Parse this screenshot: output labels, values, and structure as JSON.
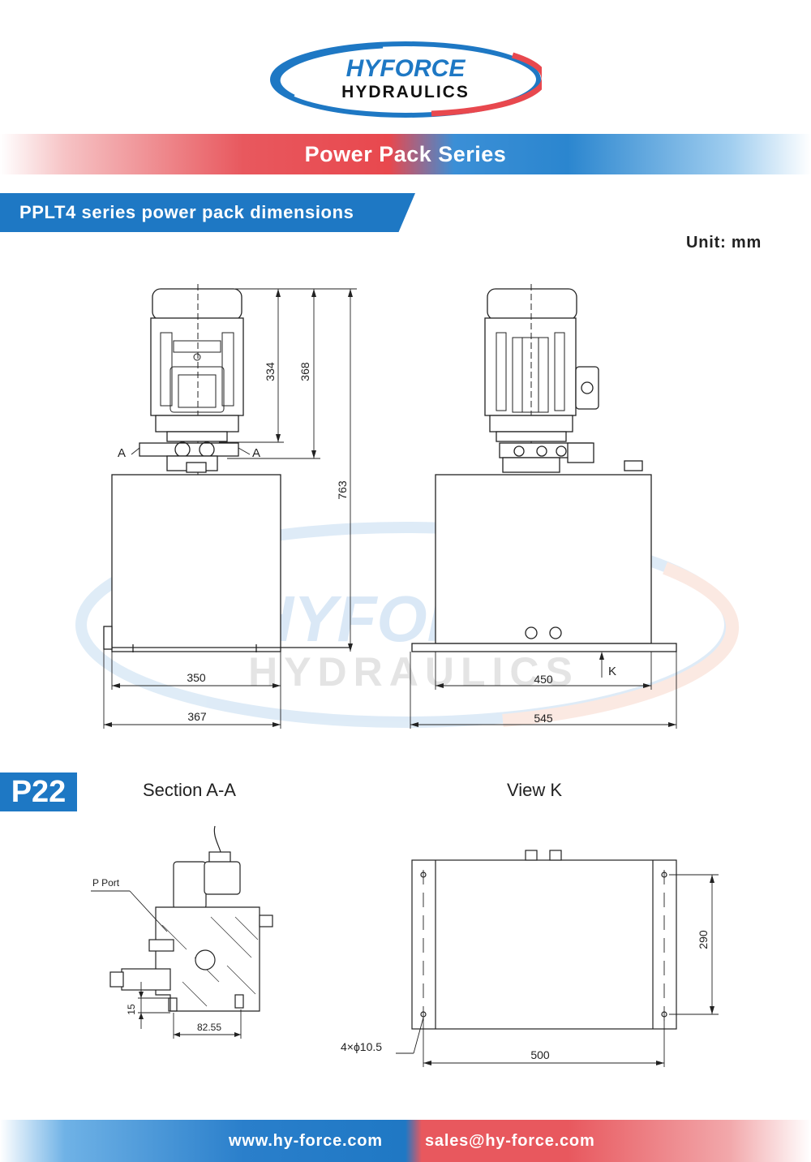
{
  "brand": {
    "logo_line1": "HYFORCE",
    "logo_line2": "HYDRAULICS"
  },
  "banner": {
    "title": "Power Pack Series"
  },
  "section": {
    "title": "PPLT4 series power pack dimensions",
    "unit": "Unit: mm"
  },
  "page_badge": "P22",
  "front_view": {
    "dims": {
      "motor_height": "334",
      "motor_block_height": "368",
      "total_height": "763",
      "tank_width": "350",
      "base_width": "367"
    },
    "section_marks": [
      "A",
      "A"
    ]
  },
  "side_view": {
    "dims": {
      "tank_width": "450",
      "base_width": "545"
    },
    "view_mark": "K"
  },
  "section_aa": {
    "title": "Section A-A",
    "port_label": "P Port",
    "dims": {
      "offset": "15",
      "width": "82.55"
    }
  },
  "view_k": {
    "title": "View K",
    "dims": {
      "height": "290",
      "width": "500",
      "holes": "4×ϕ10.5"
    }
  },
  "footer": {
    "website": "www.hy-force.com",
    "email": "sales@hy-force.com"
  },
  "colors": {
    "brand_blue": "#1e78c4",
    "brand_red": "#e8484e"
  }
}
